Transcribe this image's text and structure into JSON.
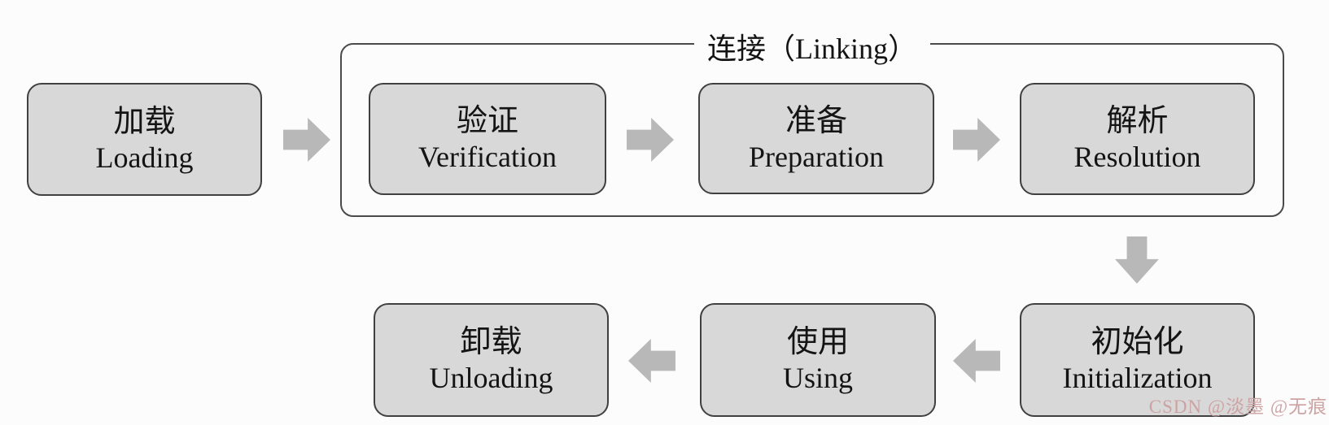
{
  "diagram": {
    "title": "JVM class loading lifecycle flowchart",
    "linking_group_label": "连接（Linking）"
  },
  "stages": [
    {
      "id": "loading",
      "zh": "加载",
      "en": "Loading"
    },
    {
      "id": "verification",
      "zh": "验证",
      "en": "Verification"
    },
    {
      "id": "preparation",
      "zh": "准备",
      "en": "Preparation"
    },
    {
      "id": "resolution",
      "zh": "解析",
      "en": "Resolution"
    },
    {
      "id": "initialization",
      "zh": "初始化",
      "en": "Initialization"
    },
    {
      "id": "using",
      "zh": "使用",
      "en": "Using"
    },
    {
      "id": "unloading",
      "zh": "卸载",
      "en": "Unloading"
    }
  ],
  "flow": [
    "loading -> verification",
    "verification -> preparation",
    "preparation -> resolution",
    "resolution -> initialization",
    "initialization -> using",
    "using -> unloading"
  ],
  "watermark": {
    "text": "CSDN @淡墨 @无痕"
  },
  "colors": {
    "background": "#fcfcfc",
    "box_fill": "#d8d8d8",
    "box_border": "#404040",
    "group_border": "#4a4a4a",
    "arrow": "#b8b8b8",
    "text": "#141414",
    "watermark": "#cda2a2"
  }
}
